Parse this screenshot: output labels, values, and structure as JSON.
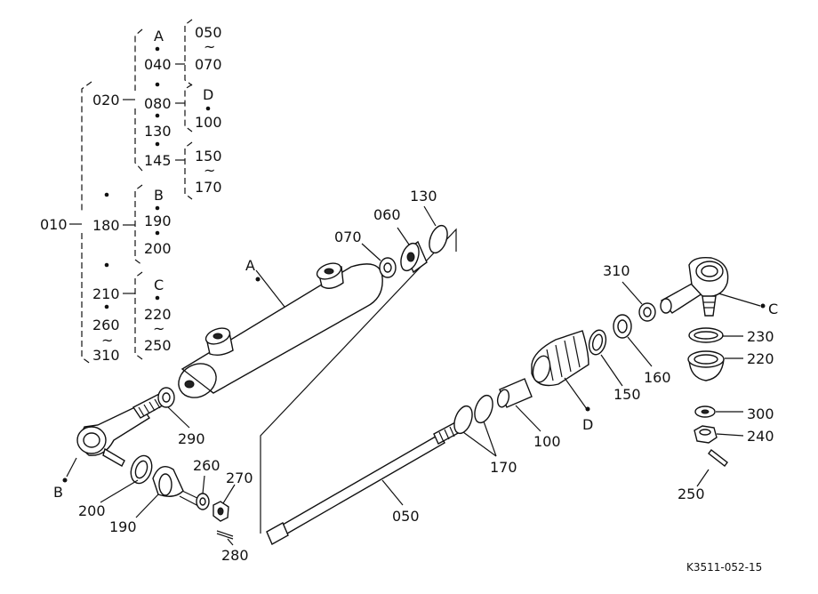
{
  "tree": {
    "l010": "010",
    "l020": "020",
    "l180": "180",
    "l210": "210",
    "l260": "260",
    "l310": "310",
    "lA": "A",
    "l040": "040",
    "l050": "050",
    "l070": "070",
    "l080": "080",
    "l130": "130",
    "l145": "145",
    "lD": "D",
    "l100": "100",
    "l150": "150",
    "l170": "170",
    "lB": "B",
    "l190": "190",
    "l200": "200",
    "lC": "C",
    "l220": "220",
    "l250": "250",
    "tilde": "~"
  },
  "callouts": {
    "A": "A",
    "B": "B",
    "C": "C",
    "D": "D",
    "p050": "050",
    "p060": "060",
    "p070": "070",
    "p100": "100",
    "p130": "130",
    "p150": "150",
    "p160": "160",
    "p170": "170",
    "p190": "190",
    "p200": "200",
    "p220": "220",
    "p230": "230",
    "p240": "240",
    "p250": "250",
    "p260": "260",
    "p270": "270",
    "p280": "280",
    "p290": "290",
    "p300": "300",
    "p310": "310"
  },
  "code": "K3511-052-15"
}
